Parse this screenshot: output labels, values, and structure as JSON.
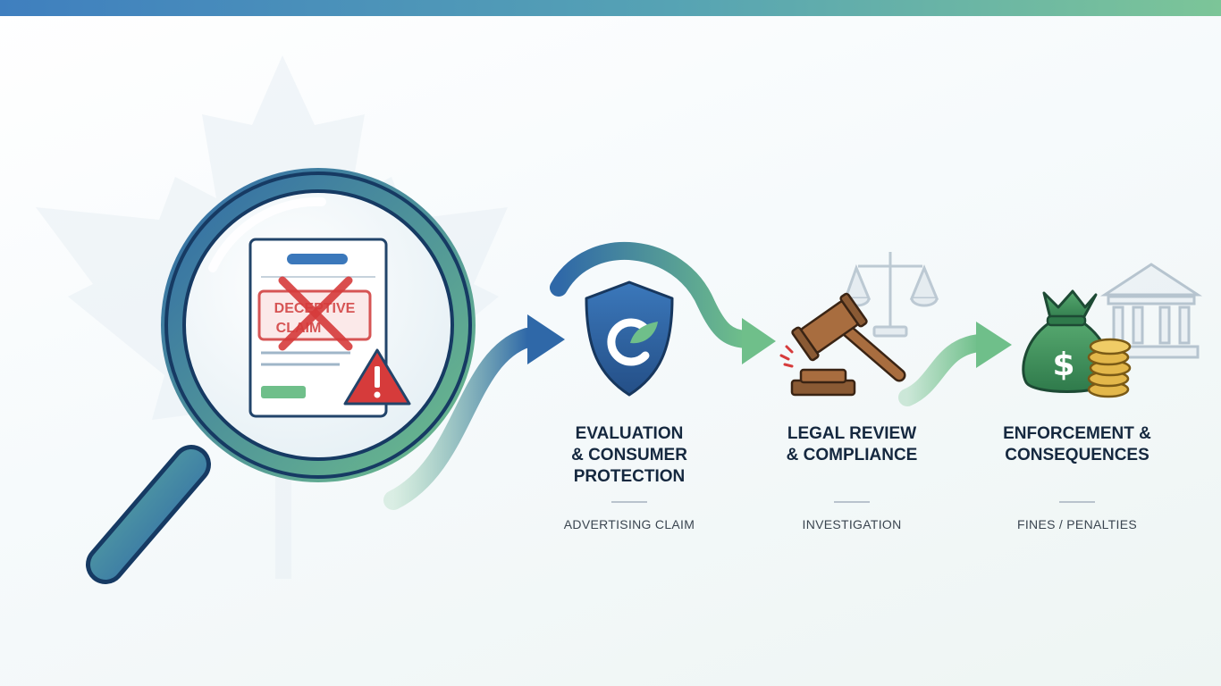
{
  "colors": {
    "top_bar_start": "#3f7fbf",
    "top_bar_end": "#7cc598",
    "primary_blue": "#2f68a8",
    "accent_green": "#6fbf8a",
    "navy_text": "#15283f",
    "warning_red": "#d63b3b"
  },
  "document": {
    "stamp_line_1": "DECEPTIVE",
    "stamp_line_2": "CLAIM"
  },
  "icons": [
    "maple-leaf-icon",
    "magnifying-glass-icon",
    "warning-icon",
    "shield-icon",
    "gavel-icon",
    "scales-icon",
    "money-bag-icon",
    "coin-stack-icon",
    "bank-icon"
  ],
  "steps": [
    {
      "title_lines": [
        "EVALUATION",
        "& CONSUMER",
        "PROTECTION"
      ],
      "subtitle": "ADVERTISING CLAIM"
    },
    {
      "title_lines": [
        "LEGAL REVIEW",
        "& COMPLIANCE"
      ],
      "subtitle": "INVESTIGATION"
    },
    {
      "title_lines": [
        "ENFORCEMENT &",
        "CONSEQUENCES"
      ],
      "subtitle": "FINES / PENALTIES"
    }
  ]
}
